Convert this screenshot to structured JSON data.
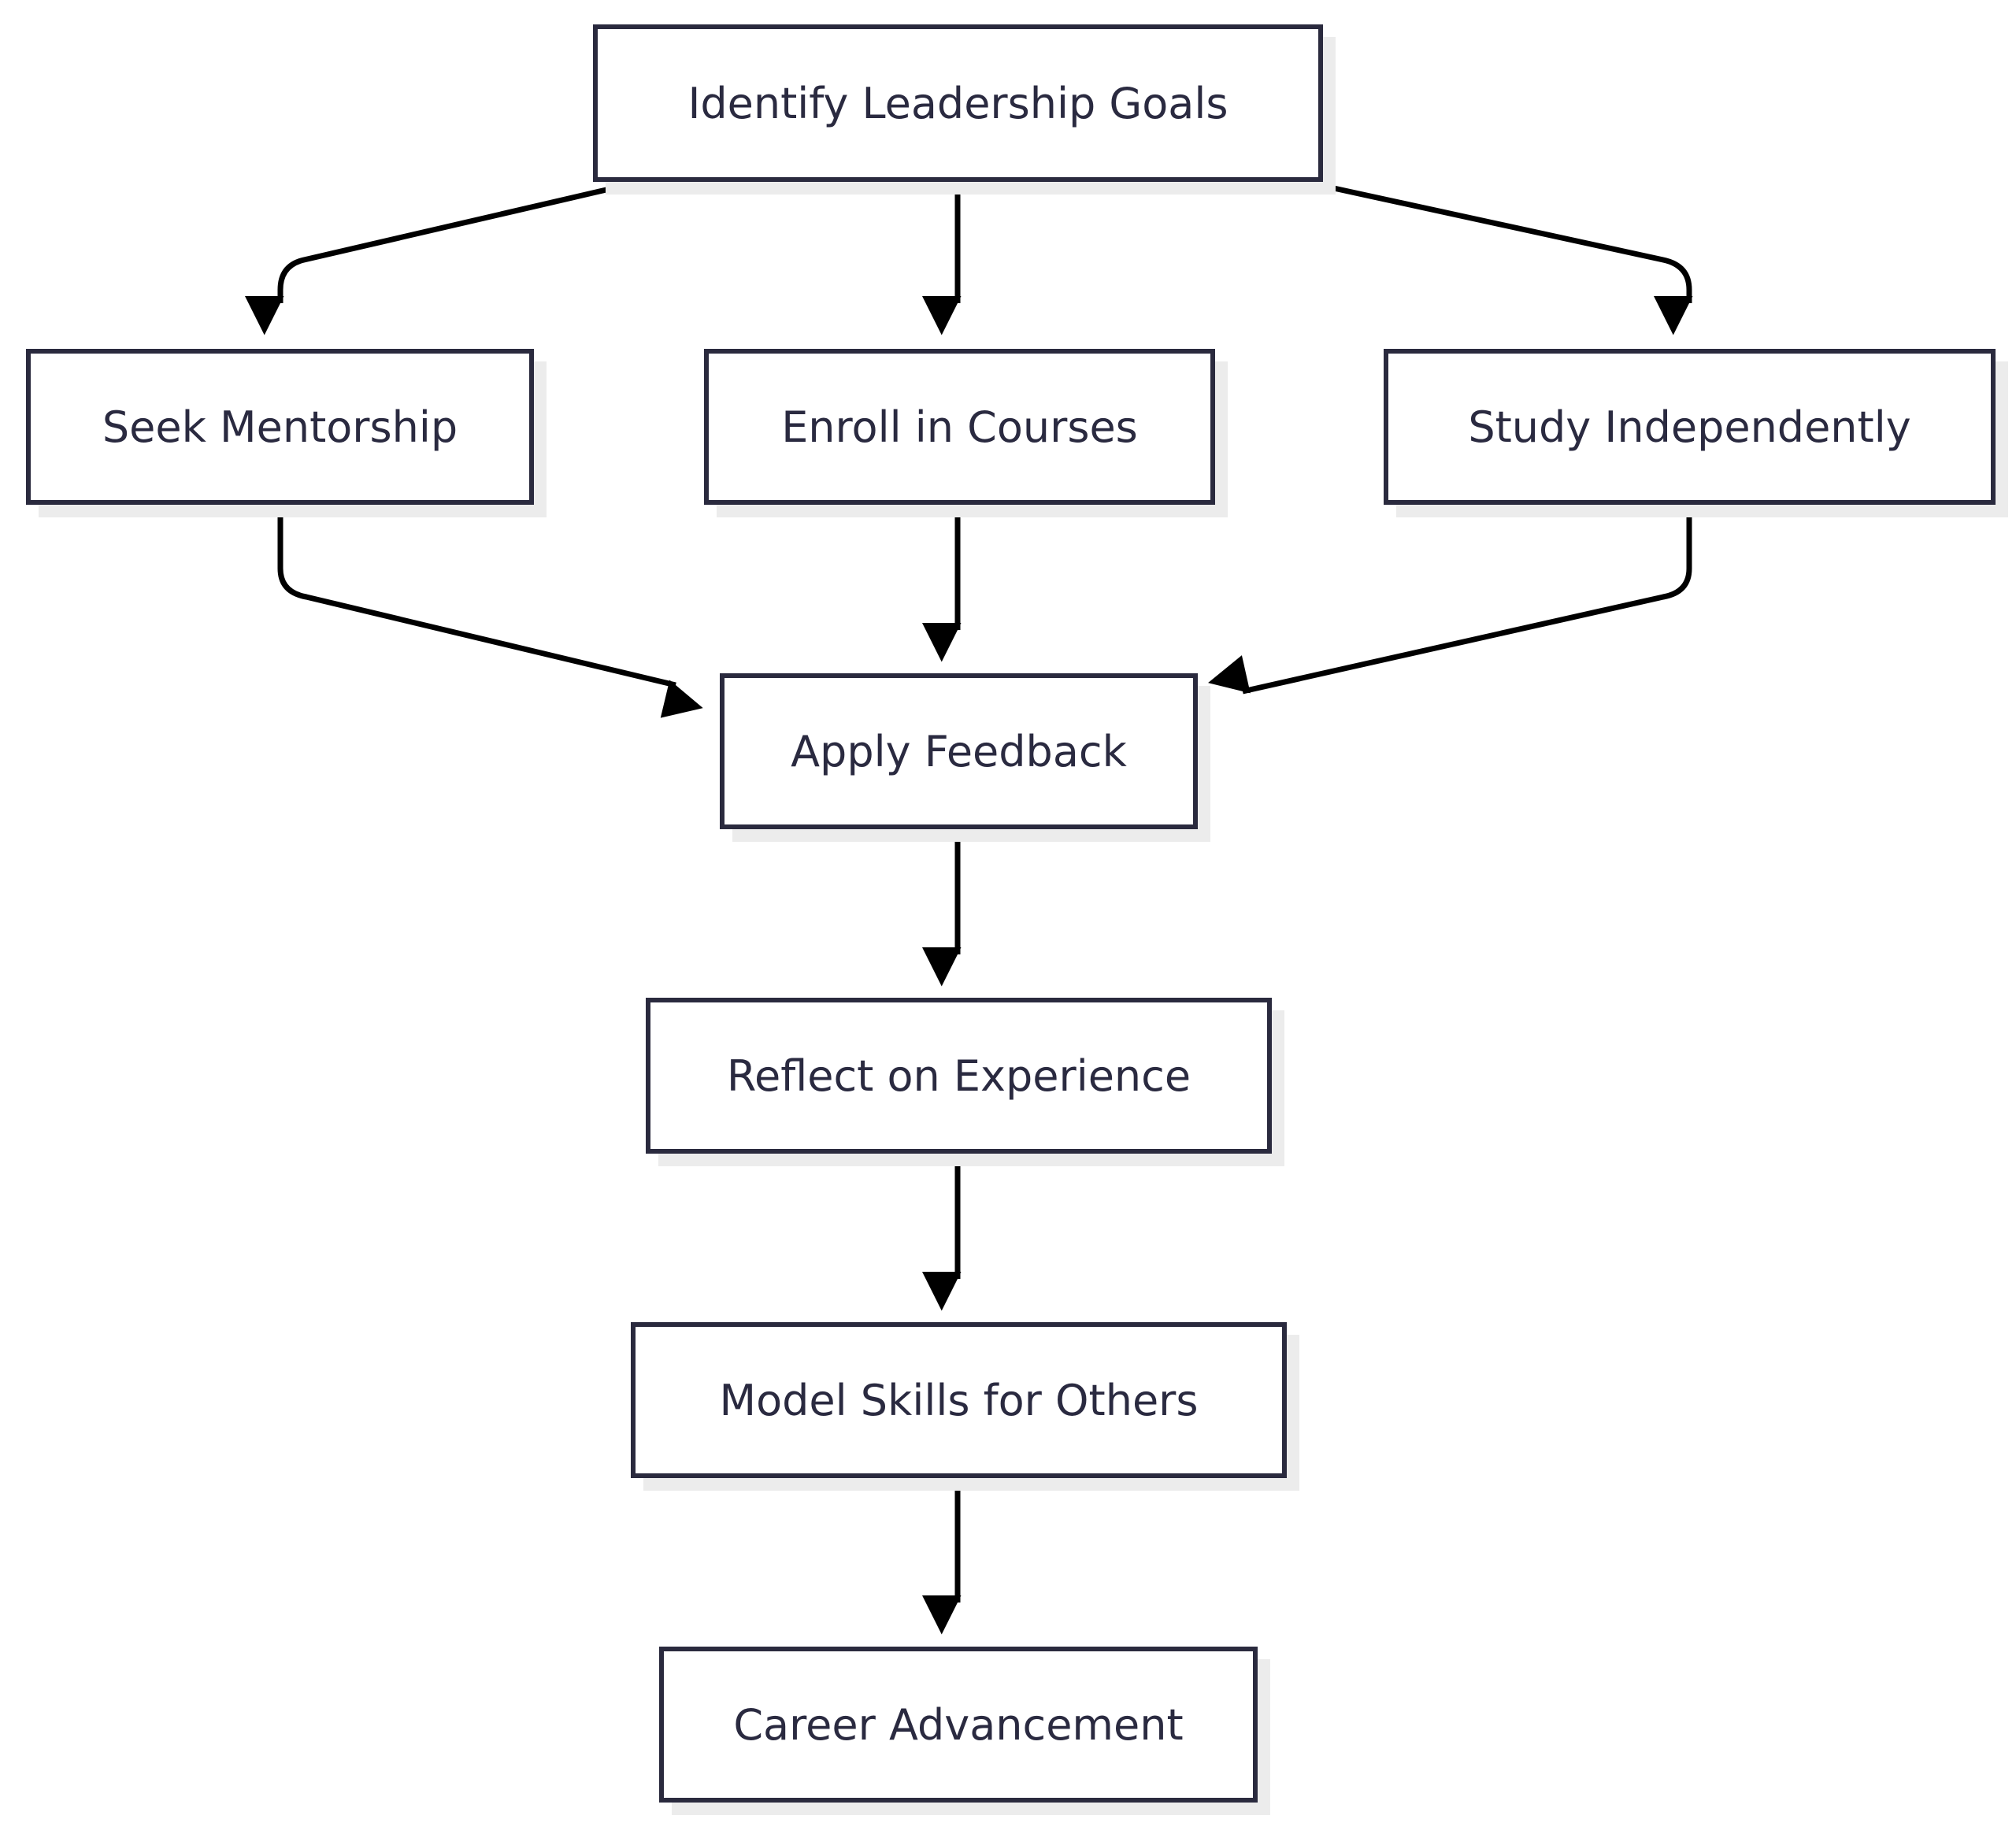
{
  "nodes": {
    "identify": "Identify Leadership Goals",
    "seek": "Seek Mentorship",
    "enroll": "Enroll in Courses",
    "study": "Study Independently",
    "apply": "Apply Feedback",
    "reflect": "Reflect on Experience",
    "model": "Model Skills for Others",
    "career": "Career Advancement"
  },
  "edges": [
    [
      "identify",
      "seek"
    ],
    [
      "identify",
      "enroll"
    ],
    [
      "identify",
      "study"
    ],
    [
      "seek",
      "apply"
    ],
    [
      "enroll",
      "apply"
    ],
    [
      "study",
      "apply"
    ],
    [
      "apply",
      "reflect"
    ],
    [
      "reflect",
      "model"
    ],
    [
      "model",
      "career"
    ]
  ]
}
